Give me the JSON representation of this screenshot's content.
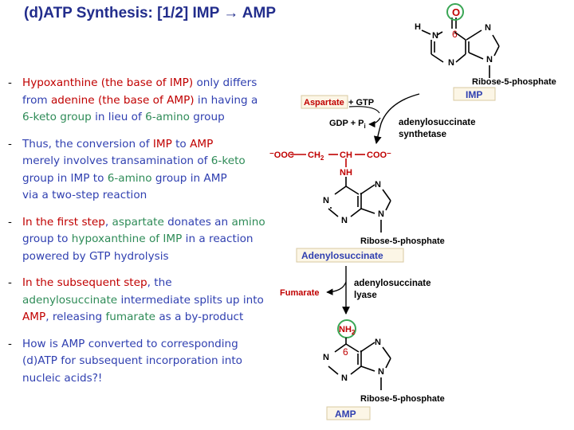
{
  "title": {
    "text_before": "(d)ATP Synthesis: [1/2] IMP ",
    "arrow": "→",
    "text_after": " AMP"
  },
  "bullets": [
    {
      "dash": "-",
      "lines": [
        [
          {
            "t": "Hypoxanthine (the base of IMP)",
            "c": "red"
          },
          {
            "t": " only differs",
            "c": "blue"
          }
        ],
        [
          {
            "t": "from ",
            "c": "blue"
          },
          {
            "t": "adenine (the base of AMP)",
            "c": "red"
          },
          {
            "t": " in having a",
            "c": "blue"
          }
        ],
        [
          {
            "t": "6-keto group",
            "c": "green"
          },
          {
            "t": " in lieu of ",
            "c": "blue"
          },
          {
            "t": "6-amino",
            "c": "green"
          },
          {
            "t": " group",
            "c": "blue"
          }
        ]
      ]
    },
    {
      "dash": "-",
      "lines": [
        [
          {
            "t": "Thus, the conversion of ",
            "c": "blue"
          },
          {
            "t": "IMP",
            "c": "red"
          },
          {
            "t": " to ",
            "c": "blue"
          },
          {
            "t": "AMP",
            "c": "red"
          }
        ],
        [
          {
            "t": "merely involves transamination of ",
            "c": "blue"
          },
          {
            "t": "6-keto",
            "c": "green"
          }
        ],
        [
          {
            "t": "group in IMP to ",
            "c": "blue"
          },
          {
            "t": "6-amino",
            "c": "green"
          },
          {
            "t": " group in AMP",
            "c": "blue"
          }
        ],
        [
          {
            "t": "via a two-step reaction",
            "c": "blue"
          }
        ]
      ]
    },
    {
      "dash": "-",
      "lines": [
        [
          {
            "t": "In the first step",
            "c": "red"
          },
          {
            "t": ", ",
            "c": "blue"
          },
          {
            "t": "aspartate",
            "c": "green"
          },
          {
            "t": " donates an ",
            "c": "blue"
          },
          {
            "t": "amino",
            "c": "green"
          }
        ],
        [
          {
            "t": "group to ",
            "c": "blue"
          },
          {
            "t": "hypoxanthine of IMP",
            "c": "green"
          },
          {
            "t": " in a  reaction",
            "c": "blue"
          }
        ],
        [
          {
            "t": "powered by GTP hydrolysis",
            "c": "blue"
          }
        ]
      ]
    },
    {
      "dash": "-",
      "lines": [
        [
          {
            "t": "In the subsequent step",
            "c": "red"
          },
          {
            "t": ", the",
            "c": "blue"
          }
        ],
        [
          {
            "t": "adenylosuccinate",
            "c": "green"
          },
          {
            "t": " intermediate splits up into",
            "c": "blue"
          }
        ],
        [
          {
            "t": "AMP",
            "c": "red"
          },
          {
            "t": ", releasing ",
            "c": "blue"
          },
          {
            "t": "fumarate",
            "c": "green"
          },
          {
            "t": " as a by-product",
            "c": "blue"
          }
        ]
      ]
    },
    {
      "dash": "-",
      "lines": [
        [
          {
            "t": "How is AMP converted to corresponding",
            "c": "blue"
          }
        ],
        [
          {
            "t": "(d)ATP for subsequent incorporation into",
            "c": "blue"
          }
        ],
        [
          {
            "t": "nucleic acids?!",
            "c": "blue"
          }
        ]
      ]
    }
  ],
  "diagram": {
    "imp": {
      "o": "O",
      "h": "H",
      "n1": "N",
      "n3": "N",
      "n7": "N",
      "n9": "N",
      "six": "6",
      "sugar": "Ribose-5-phosphate",
      "box": "IMP"
    },
    "step1": {
      "aspartate": "Aspartate",
      "plus_gtp": "+ GTP",
      "gdp_pi": "GDP + P",
      "pi_sub": "i",
      "enzyme_line1": "adenylosuccinate",
      "enzyme_line2": "synthetase"
    },
    "adenylosuccinate": {
      "ooc": "⁻OOC",
      "ch2": "CH",
      "ch2_sub": "2",
      "ch": "CH",
      "coo": "COO⁻",
      "nh": "NH",
      "n1": "N",
      "n3": "N",
      "n7": "N",
      "n9": "N",
      "sugar": "Ribose-5-phosphate",
      "box": "Adenylosuccinate"
    },
    "step2": {
      "fumarate": "Fumarate",
      "enzyme_line1": "adenylosuccinate",
      "enzyme_line2": "lyase"
    },
    "amp": {
      "nh2": "NH",
      "nh2_sub": "2",
      "six": "6",
      "n1": "N",
      "n3": "N",
      "n7": "N",
      "n9": "N",
      "sugar": "Ribose-5-phosphate",
      "box": "AMP"
    },
    "colors": {
      "red": "#c00000",
      "green": "#2e8b57",
      "blue": "#2f3fb0",
      "box_fill": "#fcf6e6"
    }
  }
}
